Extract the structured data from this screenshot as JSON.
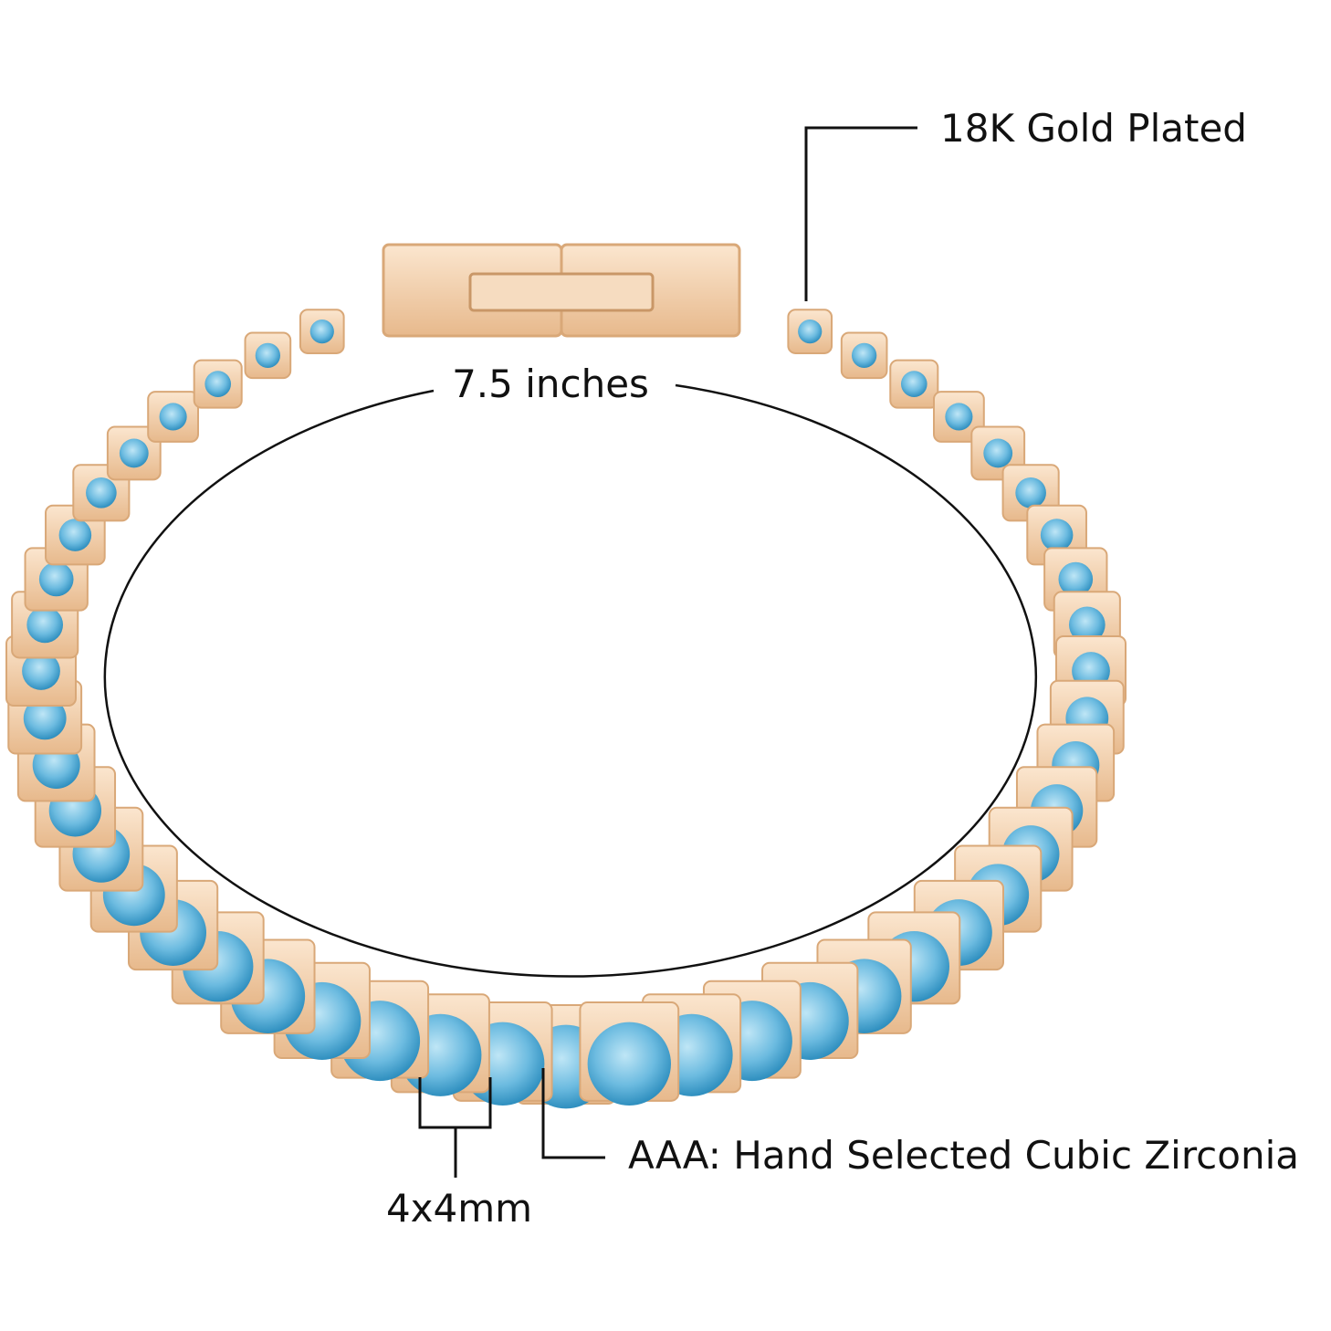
{
  "labels": {
    "plating": "18K Gold Plated",
    "length": "7.5 inches",
    "stone_size": "4x4mm",
    "stone_type": "AAA: Hand Selected Cubic Zirconia"
  },
  "colors": {
    "gold": "#f3d2ae",
    "gold_dark": "#d9a878",
    "stone": "#7cc6e6",
    "stone_dark": "#2f8fbf",
    "line": "#111111"
  }
}
